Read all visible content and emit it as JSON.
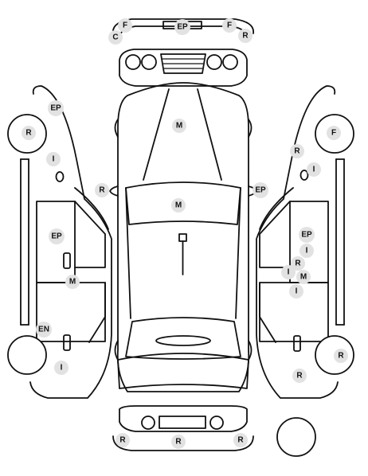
{
  "markers": [
    {
      "id": "front-bumper-f-left",
      "code": "F"
    },
    {
      "id": "front-bumper-c-left",
      "code": "C"
    },
    {
      "id": "front-bumper-ep",
      "code": "EP"
    },
    {
      "id": "front-bumper-f-right",
      "code": "F"
    },
    {
      "id": "front-bumper-r-right",
      "code": "R"
    },
    {
      "id": "hood",
      "code": "M"
    },
    {
      "id": "roof",
      "code": "M"
    },
    {
      "id": "mirror-left",
      "code": "R"
    },
    {
      "id": "mirror-right",
      "code": "EP"
    },
    {
      "id": "left-front-fender",
      "code": "EP"
    },
    {
      "id": "left-front-wheel",
      "code": "R"
    },
    {
      "id": "left-fender-lower",
      "code": "I"
    },
    {
      "id": "left-front-door",
      "code": "EP"
    },
    {
      "id": "left-pillar",
      "code": "M"
    },
    {
      "id": "left-rocker",
      "code": "EN"
    },
    {
      "id": "left-rear-quarter",
      "code": "I"
    },
    {
      "id": "right-front-wheel",
      "code": "F"
    },
    {
      "id": "right-front-fender",
      "code": "R"
    },
    {
      "id": "right-fender-lower",
      "code": "I"
    },
    {
      "id": "right-front-door",
      "code": "EP"
    },
    {
      "id": "right-door-a",
      "code": "I"
    },
    {
      "id": "right-door-b",
      "code": "R"
    },
    {
      "id": "right-door-c",
      "code": "I"
    },
    {
      "id": "right-door-d",
      "code": "M"
    },
    {
      "id": "right-door-e",
      "code": "I"
    },
    {
      "id": "right-rear-wheel",
      "code": "R"
    },
    {
      "id": "right-rear-quarter",
      "code": "R"
    },
    {
      "id": "rear-bumper-left",
      "code": "R"
    },
    {
      "id": "rear-bumper-center",
      "code": "R"
    },
    {
      "id": "rear-bumper-right",
      "code": "R"
    }
  ]
}
